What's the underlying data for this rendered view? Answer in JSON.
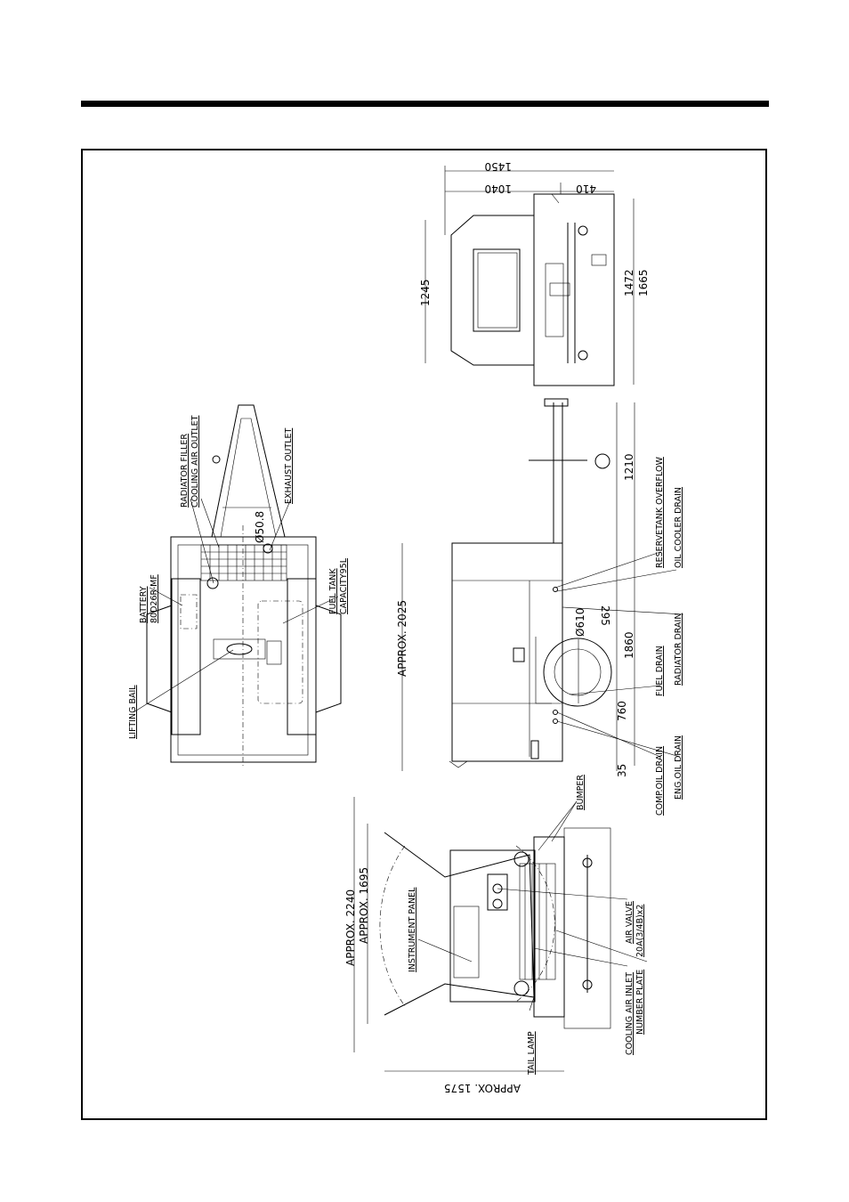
{
  "callouts": {
    "lifting_bail": "LIFTING BAIL",
    "battery": "BATTERY",
    "battery_model": "80D26R-MF",
    "radiator_filler": "RADIATOR FILLER",
    "cooling_air_outlet": "COOLING AIR OUTLET",
    "exhaust_outlet": "EXHAUST OUTLET",
    "fuel_tank": "FUEL TANK",
    "fuel_tank_capacity": "CAPACITY95L",
    "reservetank_overflow": "RESERVETANK OVERFLOW",
    "oil_cooler_drain": "OIL COOLER DRAIN",
    "radiator_drain": "RADIATOR DRAIN",
    "fuel_drain": "FUEL DRAIN",
    "comp_oil_drain": "COMP.OIL DRAIN",
    "eng_oil_drain": "ENG.OIL DRAIN",
    "bumper": "BUMPER",
    "instrument_panel": "INSTRUMENT PANEL",
    "air_valve": "AIR VALVE",
    "air_valve_spec": "20A(3/4B)x2",
    "cooling_air_inlet": "COOLING AIR INLET",
    "number_plate": "NUMBER PLATE",
    "tail_lamp": "TAIL LAMP"
  },
  "dimensions": {
    "d1450": "1450",
    "d1040": "1040",
    "d410": "410",
    "d1245": "1245",
    "d1472": "1472",
    "d1665": "1665",
    "d1210": "1210",
    "d1860": "1860",
    "d760": "760",
    "d35": "35",
    "d295": "295",
    "d610": "Ø610",
    "d2025": "APPROX. 2025",
    "d2240": "APPROX. 2240",
    "d1695": "APPROX. 1695",
    "d1575": "APPROX. 1575",
    "d50_8": "Ø50.8"
  }
}
